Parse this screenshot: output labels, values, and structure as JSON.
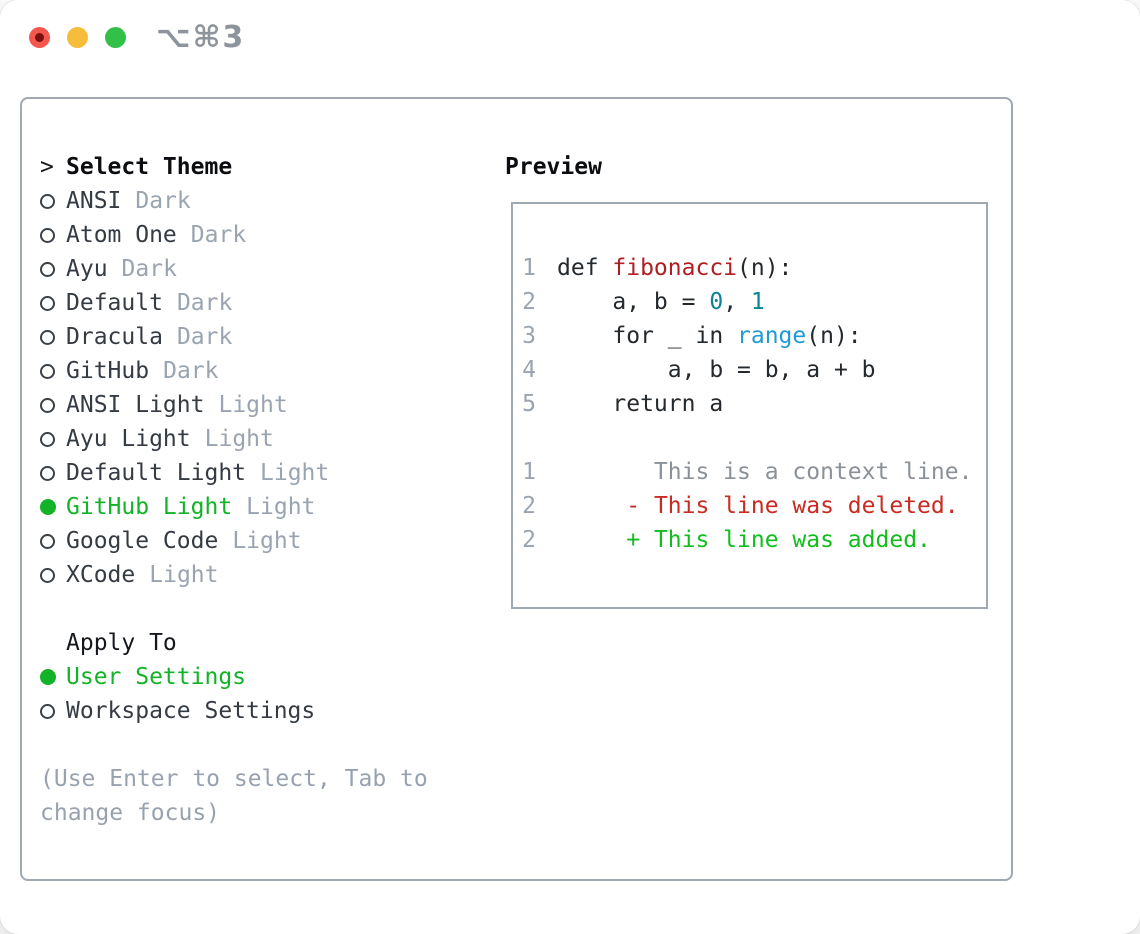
{
  "window": {
    "title": "⌥⌘3",
    "controls": [
      {
        "name": "close",
        "color": "#f4574e"
      },
      {
        "name": "minimize",
        "color": "#f6bd3a"
      },
      {
        "name": "zoom",
        "color": "#33c048"
      }
    ]
  },
  "theme_picker": {
    "prompt": ">",
    "title": "Select Theme",
    "items": [
      {
        "label": "ANSI",
        "tag": "Dark",
        "selected": false
      },
      {
        "label": "Atom One",
        "tag": "Dark",
        "selected": false
      },
      {
        "label": "Ayu",
        "tag": "Dark",
        "selected": false
      },
      {
        "label": "Default",
        "tag": "Dark",
        "selected": false
      },
      {
        "label": "Dracula",
        "tag": "Dark",
        "selected": false
      },
      {
        "label": "GitHub",
        "tag": "Dark",
        "selected": false
      },
      {
        "label": "ANSI Light",
        "tag": "Light",
        "selected": false
      },
      {
        "label": "Ayu Light",
        "tag": "Light",
        "selected": false
      },
      {
        "label": "Default Light",
        "tag": "Light",
        "selected": false
      },
      {
        "label": "GitHub Light",
        "tag": "Light",
        "selected": true
      },
      {
        "label": "Google Code",
        "tag": "Light",
        "selected": false
      },
      {
        "label": "XCode",
        "tag": "Light",
        "selected": false
      }
    ]
  },
  "apply_to": {
    "title": "Apply To",
    "items": [
      {
        "label": "User Settings",
        "selected": true
      },
      {
        "label": "Workspace Settings",
        "selected": false
      }
    ]
  },
  "hint": "(Use Enter to select, Tab to change focus)",
  "preview": {
    "title": "Preview",
    "palette": {
      "fg": "#24292e",
      "red": "#ae1e23",
      "teal": "#0a8490",
      "blue": "#1f9ad6",
      "ctx": "#8b9198",
      "del": "#c92a21",
      "add": "#12bd1d"
    },
    "code_lines": [
      {
        "num": "1",
        "segments": [
          {
            "text": "def ",
            "color": "fg"
          },
          {
            "text": "fibonacci",
            "color": "red"
          },
          {
            "text": "(n):",
            "color": "fg"
          }
        ]
      },
      {
        "num": "2",
        "segments": [
          {
            "text": "    a, b = ",
            "color": "fg"
          },
          {
            "text": "0",
            "color": "teal"
          },
          {
            "text": ", ",
            "color": "fg"
          },
          {
            "text": "1",
            "color": "teal"
          }
        ]
      },
      {
        "num": "3",
        "segments": [
          {
            "text": "    for _ in ",
            "color": "fg"
          },
          {
            "text": "range",
            "color": "blue"
          },
          {
            "text": "(n):",
            "color": "fg"
          }
        ]
      },
      {
        "num": "4",
        "segments": [
          {
            "text": "        a, b = b, a + b",
            "color": "fg"
          }
        ]
      },
      {
        "num": "5",
        "segments": [
          {
            "text": "    return a",
            "color": "fg"
          }
        ]
      },
      {
        "num": "",
        "segments": []
      },
      {
        "num": "1",
        "segments": [
          {
            "text": "       This is a context line.",
            "color": "ctx"
          }
        ]
      },
      {
        "num": "2",
        "segments": [
          {
            "text": "     ",
            "color": "fg"
          },
          {
            "text": "- This line was deleted.",
            "color": "del"
          }
        ]
      },
      {
        "num": "2",
        "segments": [
          {
            "text": "     ",
            "color": "fg"
          },
          {
            "text": "+ This line was added.",
            "color": "add"
          }
        ]
      }
    ]
  },
  "colors": {
    "selected_green": "#12b327",
    "panel_border": "#a0a8b2",
    "item_text": "#353b43",
    "tag_text": "#9aa4b0",
    "hint_text": "#98a2ae",
    "line_number": "#9aa4b0",
    "title_text": "#8e949b"
  }
}
